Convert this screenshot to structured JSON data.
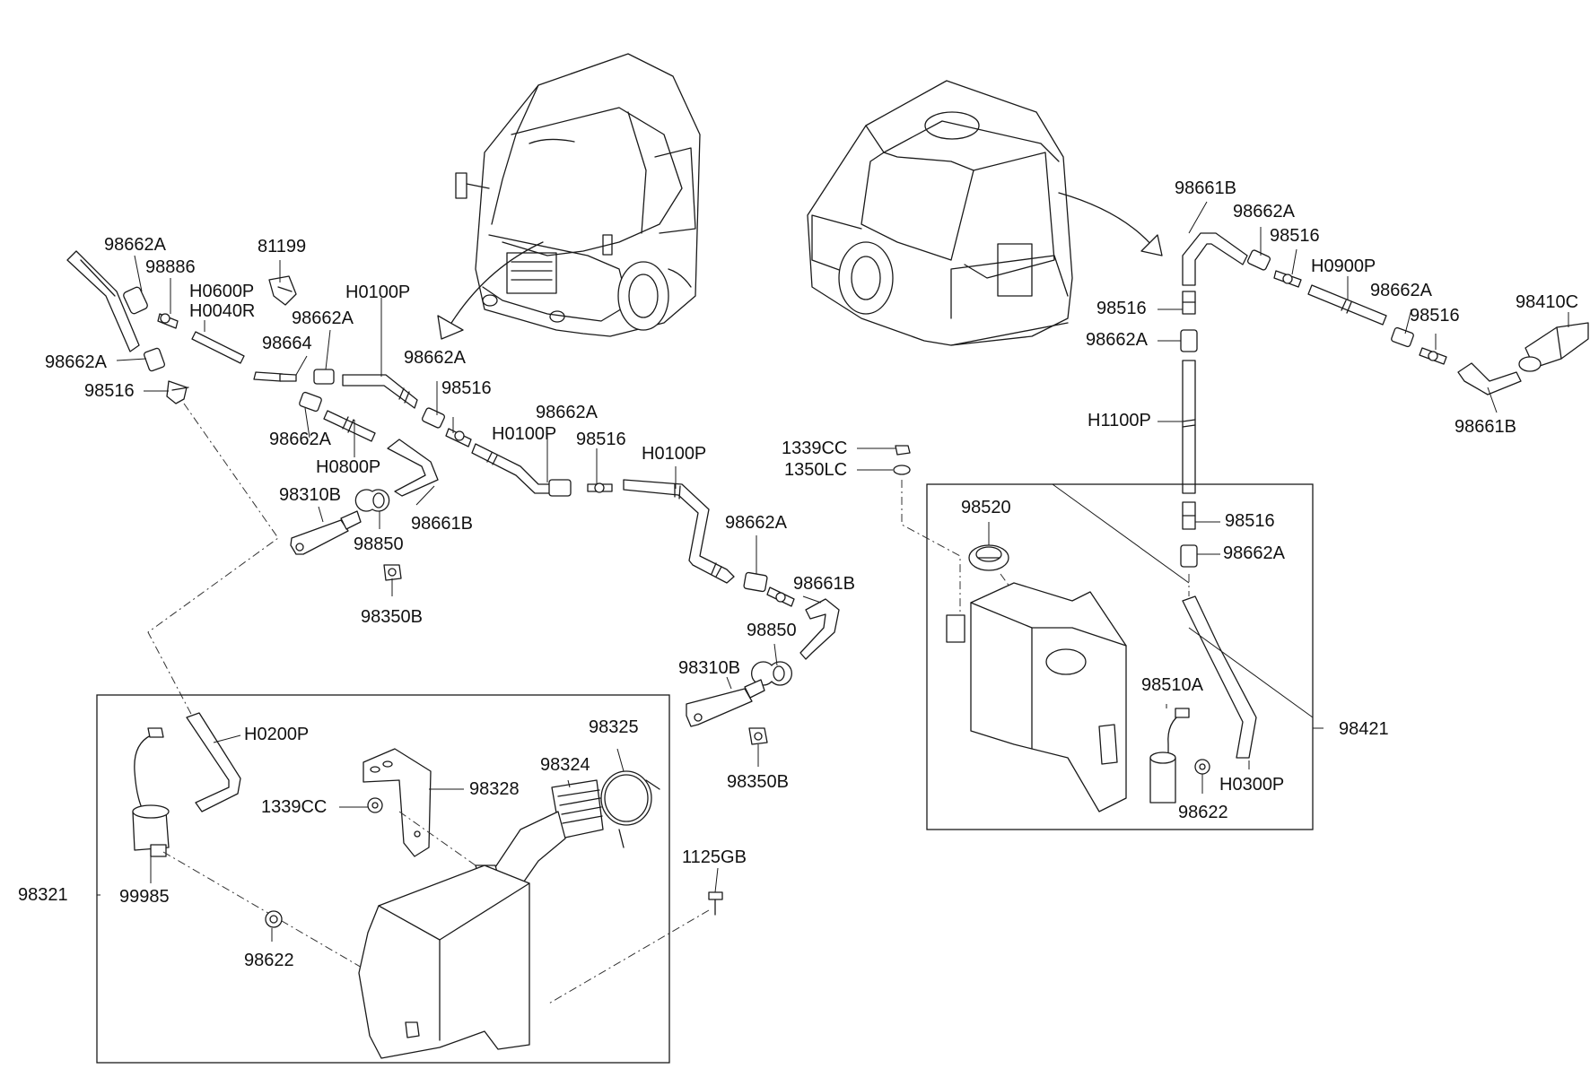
{
  "parts": {
    "p98662A_a": "98662A",
    "p98886": "98886",
    "p81199": "81199",
    "pH0600P": "H0600P",
    "pH0040R": "H0040R",
    "pH0100P_a": "H0100P",
    "p98662A_b": "98662A",
    "p98664": "98664",
    "p98662A_c": "98662A",
    "p98516_a": "98516",
    "p98662A_d": "98662A",
    "p98516_b": "98516",
    "p98662A_e": "98662A",
    "pH0100P_b": "H0100P",
    "p98516_c": "98516",
    "pH0100P_c": "H0100P",
    "p98662A_f": "98662A",
    "pH0800P": "H0800P",
    "p98310B_a": "98310B",
    "p98661B_a": "98661B",
    "p98850_a": "98850",
    "p98350B_a": "98350B",
    "p98662A_g": "98662A",
    "p98661B_b": "98661B",
    "p98850_b": "98850",
    "p98310B_b": "98310B",
    "p98350B_b": "98350B",
    "p1339CC_a": "1339CC",
    "p1350LC": "1350LC",
    "p98661B_c": "98661B",
    "p98662A_h": "98662A",
    "p98516_d": "98516",
    "pH0900P": "H0900P",
    "p98516_e": "98516",
    "p98662A_i": "98662A",
    "p98662A_j": "98662A",
    "p98516_f": "98516",
    "p98410C": "98410C",
    "p98661B_d": "98661B",
    "pH1100P": "H1100P",
    "p98520": "98520",
    "p98516_g": "98516",
    "p98662A_k": "98662A",
    "p98510A": "98510A",
    "p98421": "98421",
    "pH0300P": "H0300P",
    "p98622_a": "98622",
    "pH0200P": "H0200P",
    "p98325": "98325",
    "p98324": "98324",
    "p98328": "98328",
    "p1339CC_b": "1339CC",
    "p98321": "98321",
    "p99985": "99985",
    "p98622_b": "98622",
    "p1125GB": "1125GB"
  }
}
